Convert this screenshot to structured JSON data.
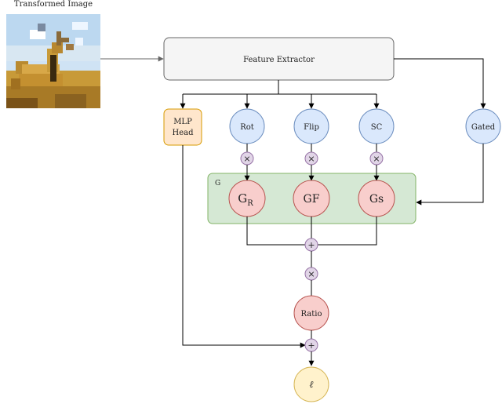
{
  "header": {
    "image_caption": "Transformed Image"
  },
  "nodes": {
    "feature_extractor": "Feature Extractor",
    "mlp_head_line1": "MLP",
    "mlp_head_line2": "Head",
    "rot": "Rot",
    "flip": "Flip",
    "sc": "SC",
    "gated": "Gated",
    "group_label": "G",
    "g_r_main": "G",
    "g_r_sub": "R",
    "g_f": "GF",
    "g_s": "Gs",
    "ratio": "Ratio",
    "loss": "ℓ"
  },
  "operators": {
    "multiply": "×",
    "add": "+"
  },
  "colors": {
    "feature_extractor_fill": "#f5f5f5",
    "feature_extractor_stroke": "#666666",
    "mlp_fill": "#ffe6cc",
    "mlp_stroke": "#d79b00",
    "blue_fill": "#dae8fc",
    "blue_stroke": "#6c8ebf",
    "group_fill": "#d5e8d4",
    "group_stroke": "#82b366",
    "red_fill": "#f8cecc",
    "red_stroke": "#b85450",
    "op_fill": "#e1d5e7",
    "op_stroke": "#9673a6",
    "loss_fill": "#fff2cc",
    "loss_stroke": "#d6b656"
  }
}
